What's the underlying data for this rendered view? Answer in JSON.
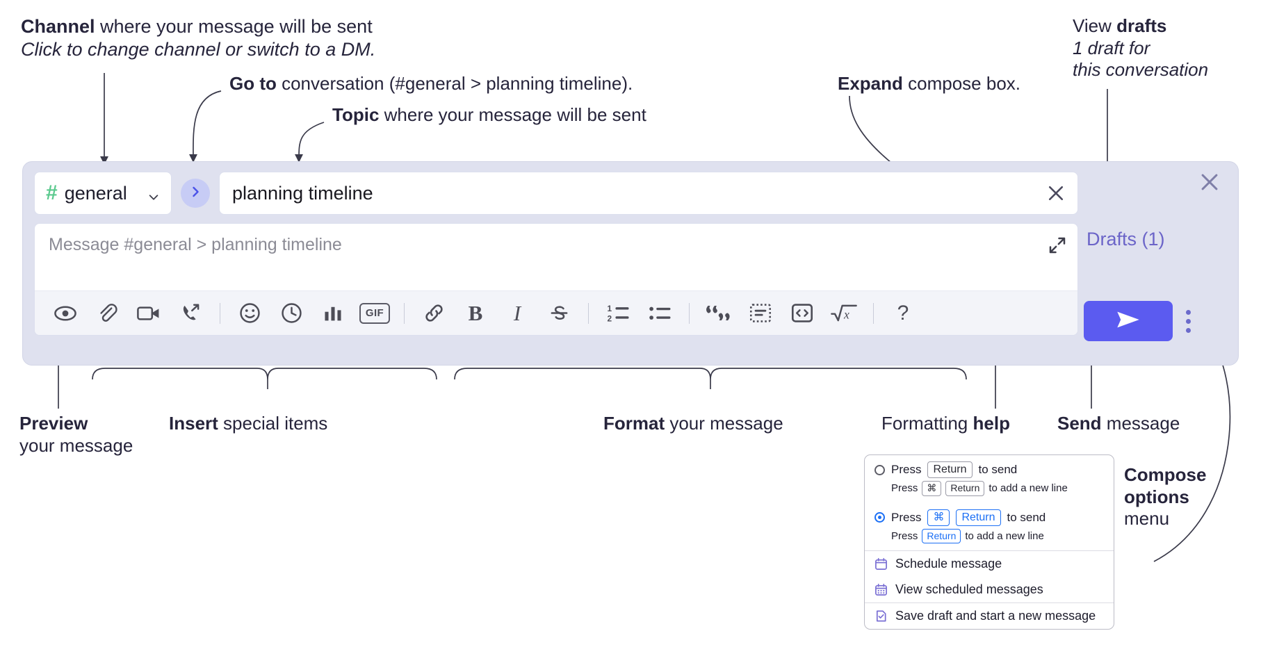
{
  "annotations": {
    "channel": {
      "bold": "Channel",
      "rest": " where your message will be sent",
      "italic": "Click to change channel or switch to a DM."
    },
    "goto": {
      "bold": "Go to",
      "rest": " conversation (#general > planning timeline)."
    },
    "topic": {
      "bold": "Topic",
      "rest": " where your message will be sent"
    },
    "expand": {
      "bold": "Expand",
      "rest": " compose box."
    },
    "drafts": {
      "prefix": "View ",
      "bold": "drafts",
      "italic1": "1 draft for",
      "italic2": "this conversation"
    },
    "preview": {
      "bold": "Preview",
      "rest": "your message"
    },
    "insert": {
      "bold": "Insert",
      "rest": " special items"
    },
    "format": {
      "bold": "Format",
      "rest": " your message"
    },
    "help": {
      "prefix": "Formatting ",
      "bold": "help"
    },
    "send": {
      "bold": "Send",
      "rest": " message"
    },
    "compose_options": {
      "bold1": "Compose",
      "bold2": "options",
      "rest": "menu"
    }
  },
  "compose": {
    "channel_button": {
      "hash": "#",
      "name": "general",
      "chevron": "chevron-down-icon"
    },
    "goto_button_icon": "chevron-right-icon",
    "topic": {
      "value": "planning timeline",
      "clear_icon": "close-icon"
    },
    "message": {
      "placeholder": "Message #general > planning timeline",
      "expand_icon": "expand-icon"
    },
    "toolbar": [
      {
        "name": "preview-button",
        "icon": "eye-icon"
      },
      {
        "name": "attach-button",
        "icon": "paperclip-icon"
      },
      {
        "name": "video-clip-button",
        "icon": "video-camera-icon"
      },
      {
        "name": "audio-clip-button",
        "icon": "phone-arrow-icon"
      },
      {
        "name": "separator-1",
        "icon": "divider"
      },
      {
        "name": "emoji-button",
        "icon": "smiley-icon"
      },
      {
        "name": "reminder-button",
        "icon": "clock-icon"
      },
      {
        "name": "poll-button",
        "icon": "bar-chart-icon"
      },
      {
        "name": "gif-button",
        "icon": "gif-icon",
        "label": "GIF"
      },
      {
        "name": "separator-2",
        "icon": "divider"
      },
      {
        "name": "link-button",
        "icon": "link-icon"
      },
      {
        "name": "bold-button",
        "icon": "bold-icon",
        "label": "B"
      },
      {
        "name": "italic-button",
        "icon": "italic-icon",
        "label": "I"
      },
      {
        "name": "strikethrough-button",
        "icon": "strikethrough-icon"
      },
      {
        "name": "separator-3",
        "icon": "divider"
      },
      {
        "name": "ordered-list-button",
        "icon": "ordered-list-icon"
      },
      {
        "name": "bulleted-list-button",
        "icon": "bulleted-list-icon"
      },
      {
        "name": "separator-4",
        "icon": "divider"
      },
      {
        "name": "blockquote-button",
        "icon": "quote-icon"
      },
      {
        "name": "code-block-button",
        "icon": "code-block-icon"
      },
      {
        "name": "code-snippet-button",
        "icon": "code-brackets-icon"
      },
      {
        "name": "math-button",
        "icon": "square-root-x-icon"
      },
      {
        "name": "separator-5",
        "icon": "divider"
      },
      {
        "name": "formatting-help-button",
        "icon": "question-mark-icon",
        "label": "?"
      }
    ],
    "right": {
      "close_icon": "close-icon",
      "drafts_label": "Drafts (1)",
      "send_icon": "paper-plane-icon",
      "kebab_icon": "vertical-dots-icon"
    }
  },
  "popup_menu": {
    "options": [
      {
        "selected": false,
        "main": {
          "pre": "Press",
          "keys": [
            "Return"
          ],
          "post": "to send"
        },
        "sub": {
          "pre": "Press",
          "keys": [
            "⌘",
            "Return"
          ],
          "post": "to add a new line"
        }
      },
      {
        "selected": true,
        "main": {
          "pre": "Press",
          "keys": [
            "⌘",
            "Return"
          ],
          "post": "to send"
        },
        "sub": {
          "pre": "Press",
          "keys": [
            "Return"
          ],
          "post": "to add a new line"
        }
      }
    ],
    "items": [
      {
        "icon": "calendar-icon",
        "label": "Schedule message"
      },
      {
        "icon": "calendar-grid-icon",
        "label": "View scheduled messages"
      },
      {
        "icon": "document-check-icon",
        "label": "Save draft and start a new message"
      }
    ]
  },
  "colors": {
    "compose_bg": "#dfe1ef",
    "send_button": "#5b5bf0",
    "hash_green": "#5bc98e",
    "goto_circle": "#c7ccf5",
    "drafts_text": "#6b64c8",
    "key_blue": "#1b6ff5",
    "menu_icon_purple": "#7a6fd4"
  }
}
